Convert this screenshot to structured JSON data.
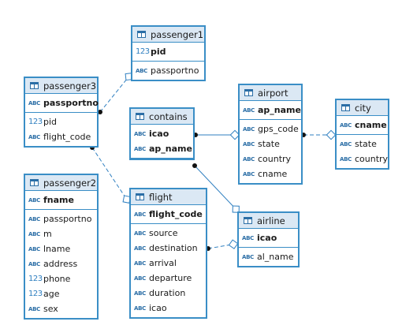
{
  "entities": [
    {
      "id": "passenger1",
      "title": "passenger1",
      "keys": [
        {
          "name": "pid",
          "type": "123"
        }
      ],
      "attrs": [
        {
          "name": "passportno",
          "type": "ABC"
        }
      ]
    },
    {
      "id": "passenger3",
      "title": "passenger3",
      "keys": [
        {
          "name": "passportno",
          "type": "ABC"
        }
      ],
      "attrs": [
        {
          "name": "pid",
          "type": "123"
        },
        {
          "name": "flight_code",
          "type": "ABC"
        }
      ]
    },
    {
      "id": "contains",
      "title": "contains",
      "keys": [
        {
          "name": "icao",
          "type": "ABC"
        },
        {
          "name": "ap_name",
          "type": "ABC"
        }
      ],
      "attrs": []
    },
    {
      "id": "airport",
      "title": "airport",
      "keys": [
        {
          "name": "ap_name",
          "type": "ABC"
        }
      ],
      "attrs": [
        {
          "name": "gps_code",
          "type": "ABC"
        },
        {
          "name": "state",
          "type": "ABC"
        },
        {
          "name": "country",
          "type": "ABC"
        },
        {
          "name": "cname",
          "type": "ABC"
        }
      ]
    },
    {
      "id": "city",
      "title": "city",
      "keys": [
        {
          "name": "cname",
          "type": "ABC"
        }
      ],
      "attrs": [
        {
          "name": "state",
          "type": "ABC"
        },
        {
          "name": "country",
          "type": "ABC"
        }
      ]
    },
    {
      "id": "passenger2",
      "title": "passenger2",
      "keys": [
        {
          "name": "fname",
          "type": "ABC"
        }
      ],
      "attrs": [
        {
          "name": "passportno",
          "type": "ABC"
        },
        {
          "name": "m",
          "type": "ABC"
        },
        {
          "name": "lname",
          "type": "ABC"
        },
        {
          "name": "address",
          "type": "ABC"
        },
        {
          "name": "phone",
          "type": "123"
        },
        {
          "name": "age",
          "type": "123"
        },
        {
          "name": "sex",
          "type": "ABC"
        }
      ]
    },
    {
      "id": "flight",
      "title": "flight",
      "keys": [
        {
          "name": "flight_code",
          "type": "ABC"
        }
      ],
      "attrs": [
        {
          "name": "source",
          "type": "ABC"
        },
        {
          "name": "destination",
          "type": "ABC"
        },
        {
          "name": "arrival",
          "type": "ABC"
        },
        {
          "name": "departure",
          "type": "ABC"
        },
        {
          "name": "duration",
          "type": "ABC"
        },
        {
          "name": "icao",
          "type": "ABC"
        }
      ]
    },
    {
      "id": "airline",
      "title": "airline",
      "keys": [
        {
          "name": "icao",
          "type": "ABC"
        }
      ],
      "attrs": [
        {
          "name": "al_name",
          "type": "ABC"
        }
      ]
    }
  ],
  "relations": [
    {
      "from": "passenger3",
      "to": "passenger1",
      "style": "dashed"
    },
    {
      "from": "passenger3",
      "to": "flight",
      "style": "dashed"
    },
    {
      "from": "contains",
      "to": "airport",
      "style": "solid"
    },
    {
      "from": "contains",
      "to": "airline",
      "style": "solid"
    },
    {
      "from": "airport",
      "to": "city",
      "style": "dashed"
    },
    {
      "from": "flight",
      "to": "airline",
      "style": "dashed"
    }
  ],
  "colors": {
    "border": "#3a8ec6",
    "header": "#dbe8f4",
    "line": "#2f7fc0"
  }
}
